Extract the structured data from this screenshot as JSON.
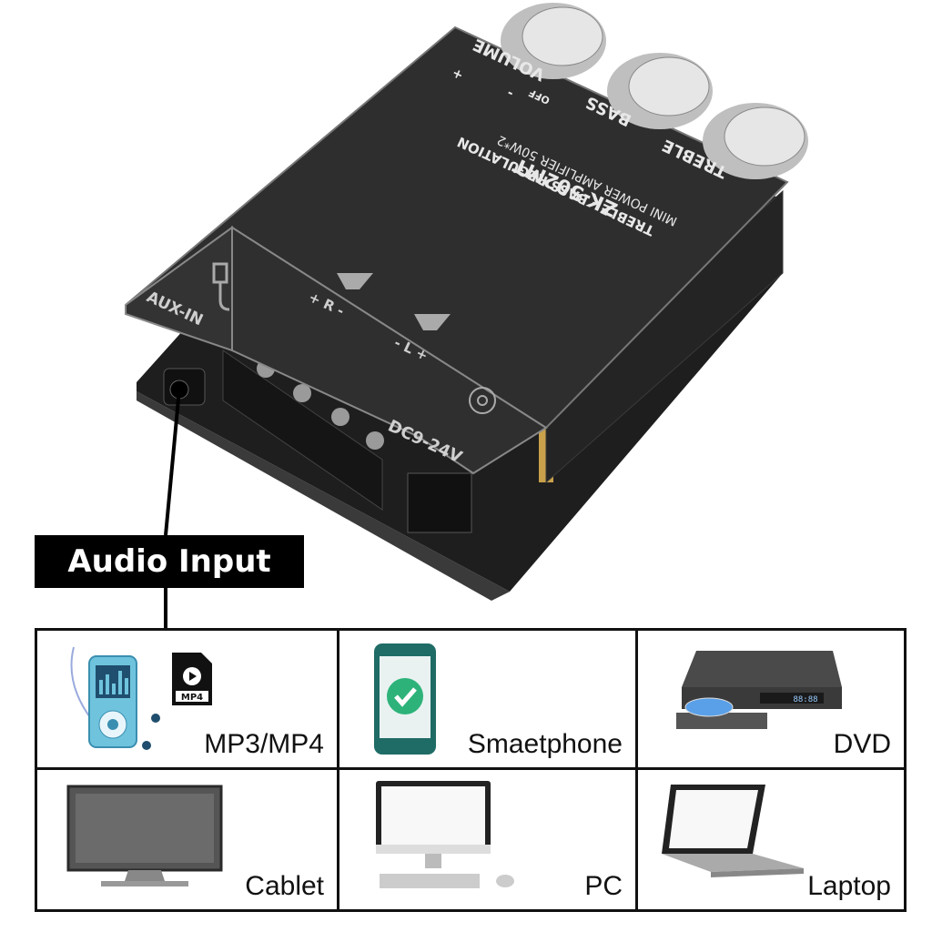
{
  "board": {
    "knob_labels": [
      "VOLUME",
      "BASS",
      "TREBLE"
    ],
    "volume_marks": [
      "+",
      "-",
      "OFF"
    ],
    "model": "ZK-502MT",
    "subtitle_1": "TREBLE - BASS REGULATION",
    "subtitle_2": "MINI POWER AMPLIFIER 50W*2",
    "aux_label": "AUX-IN",
    "right_channel": "+ R -",
    "left_channel": "- L +",
    "power_label": "DC9-24V"
  },
  "callout": {
    "label": "Audio Input"
  },
  "sources": [
    {
      "label": "MP3/MP4",
      "icon": "mp3-player-icon",
      "badge": "MP4"
    },
    {
      "label": "Smaetphone",
      "icon": "smartphone-icon"
    },
    {
      "label": "DVD",
      "icon": "dvd-player-icon",
      "display": "88:88"
    },
    {
      "label": "Cablet",
      "icon": "tv-icon"
    },
    {
      "label": "PC",
      "icon": "desktop-pc-icon"
    },
    {
      "label": "Laptop",
      "icon": "laptop-icon"
    }
  ],
  "colors": {
    "board": "#2b2b2b",
    "accent_green": "#2db37a",
    "mp3_blue": "#6fc3dd"
  }
}
